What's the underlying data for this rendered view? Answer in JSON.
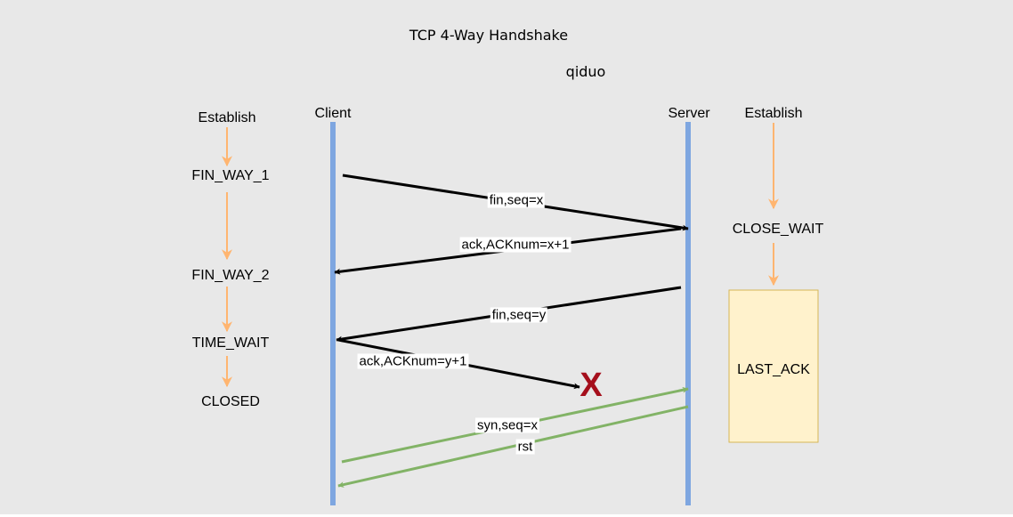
{
  "title": "TCP 4-Way Handshake",
  "author": "qiduo",
  "client": {
    "header": "Client",
    "states": [
      "Establish",
      "FIN_WAY_1",
      "FIN_WAY_2",
      "TIME_WAIT",
      "CLOSED"
    ]
  },
  "server": {
    "header": "Server",
    "states": [
      "Establish",
      "CLOSE_WAIT",
      "LAST_ACK"
    ]
  },
  "messages": [
    {
      "label": "fin,seq=x",
      "direction": "client-to-server",
      "color": "#000000"
    },
    {
      "label": "ack,ACKnum=x+1",
      "direction": "server-to-client",
      "color": "#000000"
    },
    {
      "label": "fin,seq=y",
      "direction": "server-to-client",
      "color": "#000000"
    },
    {
      "label": "ack,ACKnum=y+1",
      "direction": "client-lost",
      "color": "#000000"
    },
    {
      "label": "syn,seq=x",
      "direction": "client-to-server",
      "color": "#82b366"
    },
    {
      "label": "rst",
      "direction": "server-to-client",
      "color": "#82b366"
    }
  ],
  "lost_marker": "X",
  "colors": {
    "background": "#e8e8e8",
    "lifeline": "#7ea6e0",
    "state_arrow": "#ffb570",
    "message_black": "#000000",
    "message_green": "#82b366",
    "lost_x": "#a50f1c",
    "last_ack_fill": "#fff2cc",
    "last_ack_stroke": "#d6b656"
  }
}
